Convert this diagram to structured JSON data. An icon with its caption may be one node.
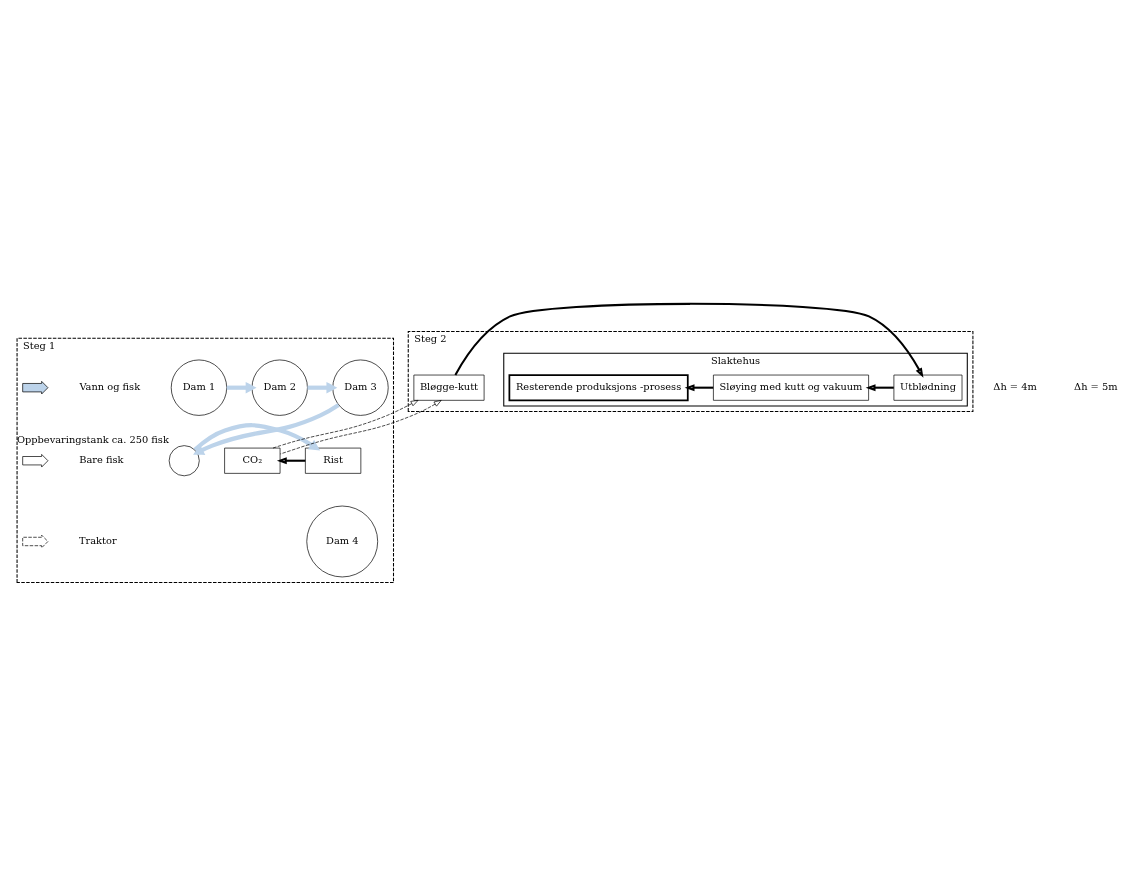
{
  "diagram": {
    "nodes": [
      {
        "text": [
          "Steg 1"
        ]
      },
      {
        "text": [
          "Dam 1"
        ],
        "in": 0
      },
      {
        "text": [
          "Dam 2"
        ],
        "in": 0
      },
      {
        "text": [
          "Dam 3"
        ],
        "in": 0
      },
      {
        "text": [],
        "shape": "circle",
        "beside": [
          "Oppbevaringstank ca. 250 fisk"
        ],
        "in": 0
      },
      {
        "text": [
          "Rist"
        ],
        "in": 0
      },
      {
        "text": [
          "CO₂"
        ],
        "in": 0
      },
      {
        "text": [
          "Dam 4"
        ],
        "in": 0
      },
      {
        "text": [
          "Steg 2"
        ]
      },
      {
        "text": [
          "Slaktehus"
        ],
        "in": 8
      },
      {
        "text": [
          "Resterende produksjons -prosess"
        ],
        "in": 9
      },
      {
        "text": [
          "Sløying med kutt og vakuum"
        ],
        "in": 9
      },
      {
        "text": [
          "Utblødning"
        ],
        "in": 9
      },
      {
        "text": [
          "Bløgge-kutt"
        ],
        "in": 8
      }
    ],
    "edges": [
      {
        "from": 1,
        "to": 2,
        "arrow": "to",
        "style": "thick",
        "color": "#bcd3ea"
      },
      {
        "from": 2,
        "to": 3,
        "arrow": "to",
        "style": "thick",
        "color": "#bcd3ea"
      },
      {
        "from": 3,
        "to": 4,
        "arrow": "to",
        "style": "thick",
        "color": "#bcd3ea"
      },
      {
        "from": 4,
        "to": 5,
        "arrow": "to",
        "style": "thick",
        "color": "#bcd3ea"
      },
      {
        "from": 5,
        "to": 6,
        "arrow": "to"
      },
      {
        "from": 6,
        "to": 13,
        "arrow": "to",
        "style": "dashed"
      },
      {
        "from": 6,
        "to": 13,
        "arrow": "to",
        "style": "dashed"
      },
      {
        "from": 13,
        "to": 12,
        "arrow": "to"
      },
      {
        "from": 12,
        "to": 11,
        "arrow": "to"
      },
      {
        "from": 11,
        "to": 10,
        "arrow": "to"
      }
    ],
    "labels": [
      "Δh = 4m",
      "Δh = 5m"
    ],
    "legend": [
      {
        "text": "Vann og fisk"
      },
      {
        "text": "Bare fisk"
      },
      {
        "text": "Traktor"
      }
    ]
  }
}
